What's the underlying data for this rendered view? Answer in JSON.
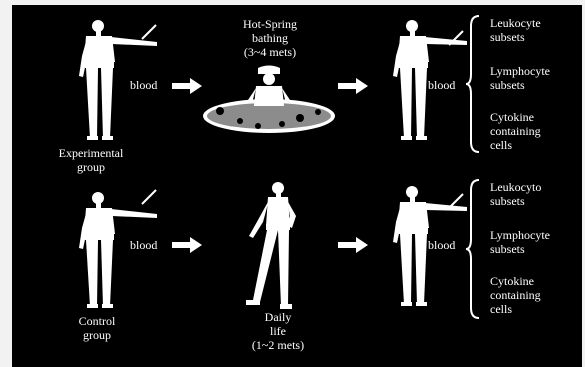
{
  "rows": {
    "experimental": {
      "group_label": [
        "Experimental",
        "group"
      ],
      "blood_label_1": "blood",
      "intervention_label": [
        "Hot-Spring",
        "bathing",
        "(3~4 mets)"
      ],
      "blood_label_2": "blood",
      "outcomes": [
        [
          "Leukocyte",
          "subsets"
        ],
        [
          "Lymphocyte",
          "subsets"
        ],
        [
          "Cytokine",
          "containing",
          "cells"
        ]
      ]
    },
    "control": {
      "group_label": [
        "Control",
        "group"
      ],
      "blood_label_1": "blood",
      "intervention_label": [
        "Daily",
        "life",
        "(1~2 mets)"
      ],
      "blood_label_2": "blood",
      "outcomes": [
        [
          "Leukocyto",
          "subsets"
        ],
        [
          "Lymphocyte",
          "subsets"
        ],
        [
          "Cytokine",
          "containing",
          "cells"
        ]
      ]
    }
  },
  "colors": {
    "background": "#000000",
    "foreground": "#ffffff",
    "page": "#f2f2f2"
  },
  "icons": [
    "standing-person-icon",
    "syringe-needle-icon",
    "right-arrow-icon",
    "curly-brace-icon",
    "hot-spring-bather-icon",
    "walking-person-icon"
  ]
}
